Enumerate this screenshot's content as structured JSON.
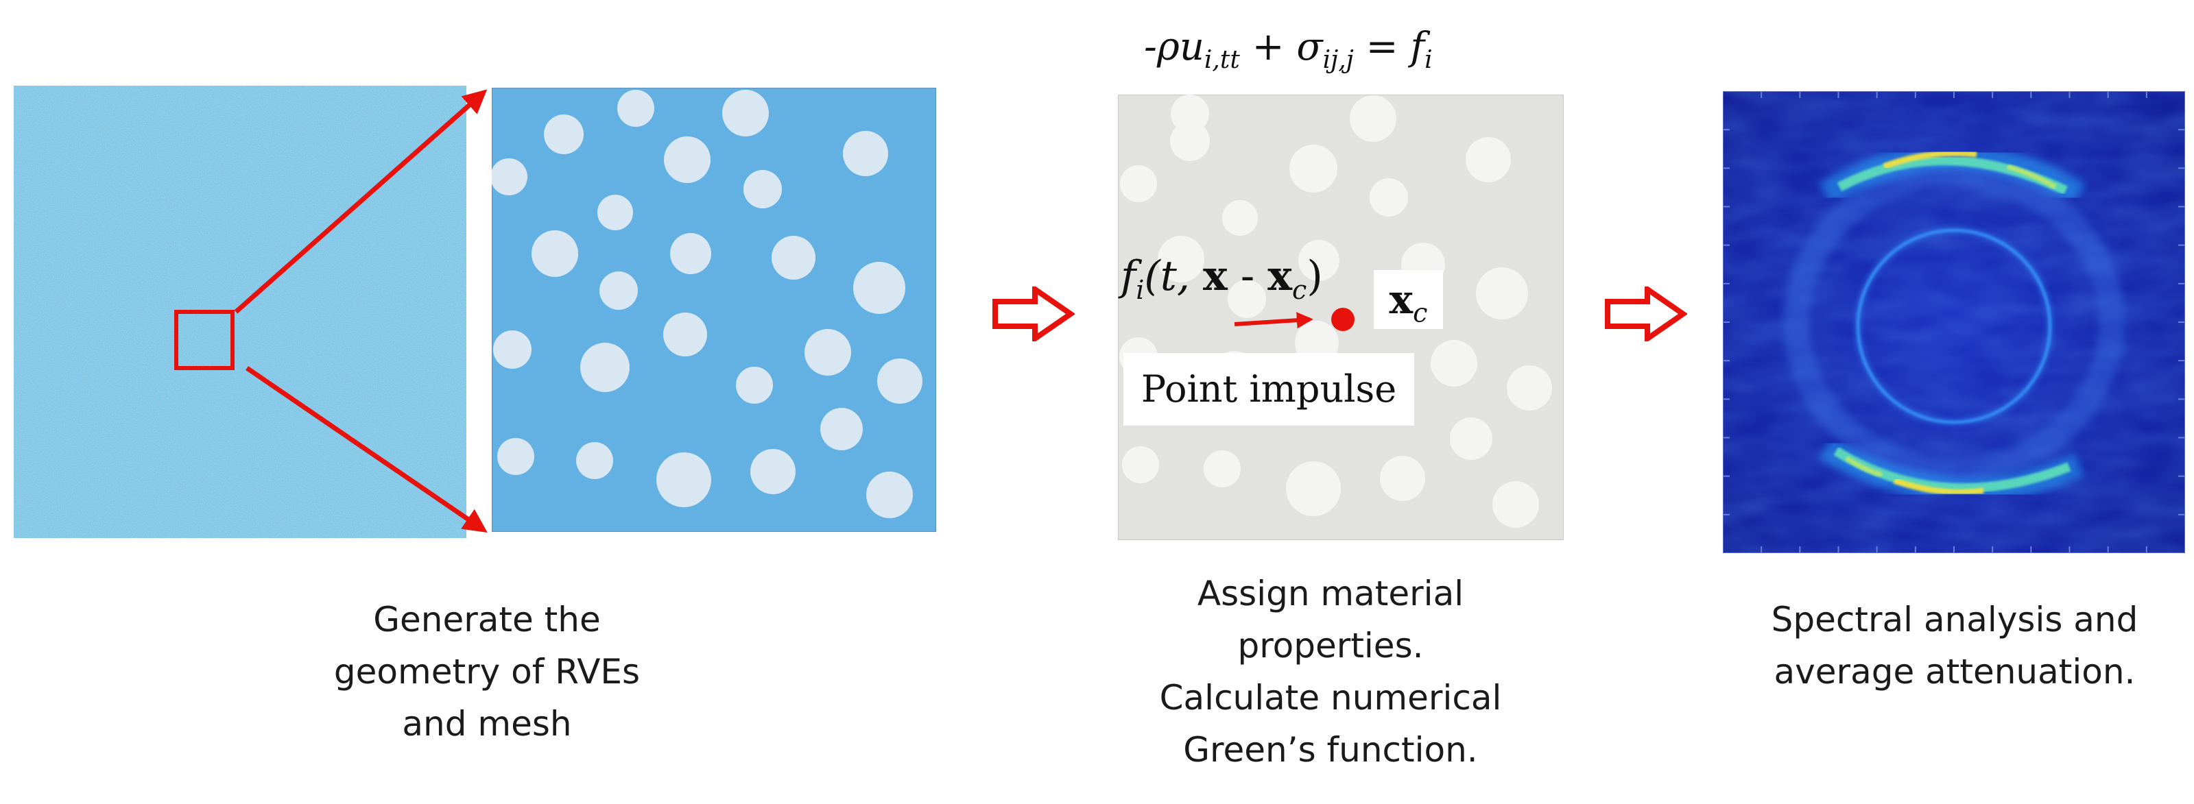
{
  "steps": [
    {
      "caption_lines": [
        "Generate the",
        "geometry of RVEs",
        "and mesh"
      ]
    },
    {
      "equation": {
        "part1": "-ρu",
        "sub1": "i,tt",
        "plus": " + σ",
        "sub2": "ij,j",
        "eq": " =  f",
        "sub3": "i"
      },
      "force_label": {
        "f": "f",
        "i": "i",
        "args_open": "(t, ",
        "x": "x",
        "minus": " - ",
        "xc": "x",
        "c": "c",
        "close": ")"
      },
      "xc_label": {
        "x": "x",
        "c": "c"
      },
      "impulse_label": "Point impulse",
      "caption_lines": [
        "Assign material",
        "properties.",
        "Calculate numerical",
        "Green’s function."
      ]
    },
    {
      "caption_lines": [
        "Spectral analysis and",
        "average attenuation."
      ]
    }
  ],
  "colors": {
    "rve_speckle_bg": "#7ec4e6",
    "mesh_bg": "#63b1e3",
    "inclusion_light": "#d9e7f3",
    "material_bg": "#e2e2df",
    "inclusion_white": "#f4f4f3",
    "arrow_red": "#e8120c",
    "field_bg": "#1426a8"
  },
  "icons": [
    "zoom-box",
    "zoom-arrow-top",
    "zoom-arrow-bottom",
    "process-arrow-1",
    "process-arrow-2",
    "impulse-point",
    "impulse-arrow"
  ]
}
